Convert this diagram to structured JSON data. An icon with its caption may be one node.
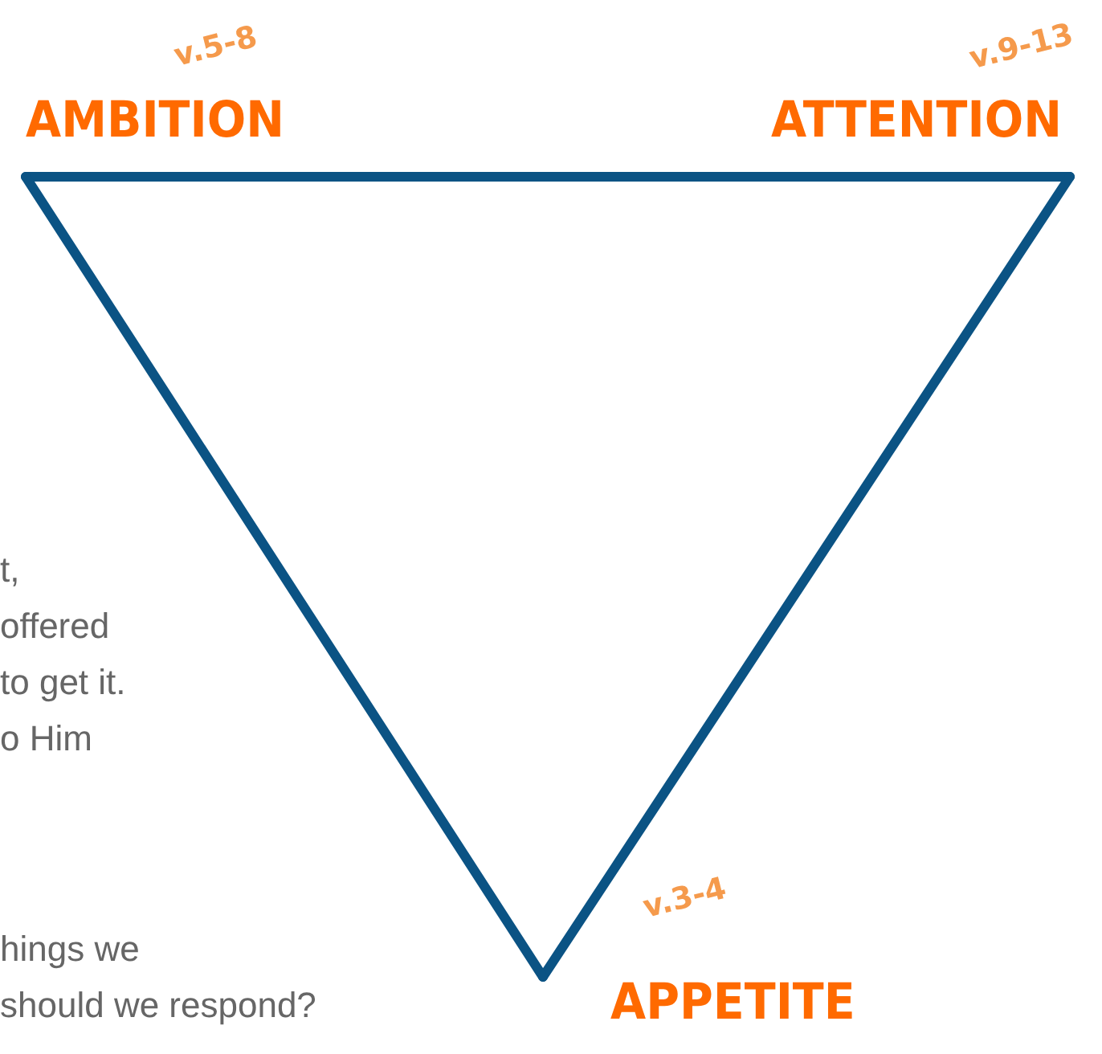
{
  "diagram": {
    "nodes": [
      {
        "text": [
          "AMBITION"
        ],
        "beside": [
          "v.5-8"
        ]
      },
      {
        "text": [
          "ATTENTION"
        ],
        "beside": [
          "v.9-13"
        ]
      },
      {
        "text": [
          "APPETITE"
        ],
        "beside": [
          "v.3-4"
        ]
      }
    ],
    "edges": [
      {
        "from": 0,
        "to": 1,
        "arrow": "none"
      },
      {
        "from": 1,
        "to": 2,
        "arrow": "none"
      },
      {
        "from": 2,
        "to": 0,
        "arrow": "none"
      }
    ],
    "labels": [
      "t,",
      "offered",
      "to get it.",
      "o Him",
      "hings we",
      "should we respond?"
    ]
  }
}
